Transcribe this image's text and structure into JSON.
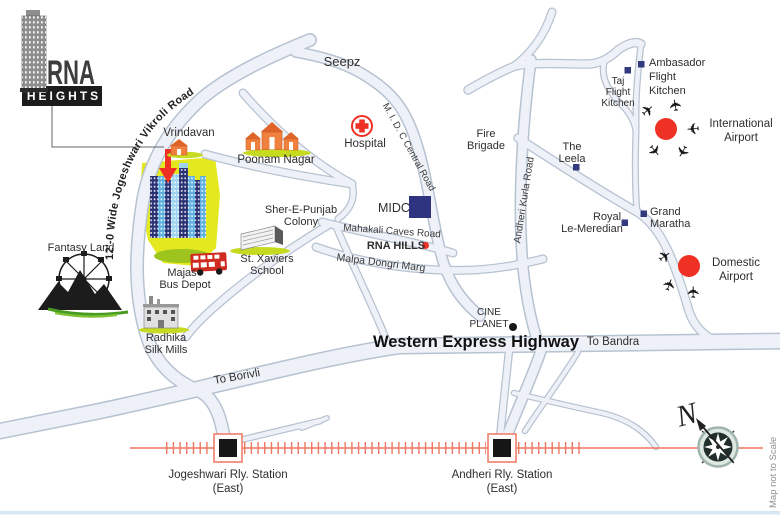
{
  "brand": {
    "name": "RNA",
    "tagline": "HEIGHTS"
  },
  "legend": {
    "north": "N",
    "note": "Map not to Scale"
  },
  "roads": {
    "vikroli": "12'-0 Wide Jogeshwari Vikroli Road",
    "midc_central": "M. I. D. C Central Road",
    "mahakali": "Mahakali Caves Road",
    "malpa": "Malpa Dongri Marg",
    "andheri_kurla": "Andheri Kurla Road",
    "western_express": "Western Express Highway",
    "to_bandra": "To Bandra",
    "to_borivli": "To Borivli"
  },
  "railway": {
    "stations": [
      {
        "line1": "Jogeshwari Rly. Station",
        "line2": "(East)"
      },
      {
        "line1": "Andheri Rly. Station",
        "line2": "(East)"
      }
    ]
  },
  "places": {
    "seepz": "Seepz",
    "vrindavan": "Vrindavan",
    "poonam_nagar": "Poonam Nagar",
    "hospital": "Hospital",
    "fire_brigade": {
      "line1": "Fire",
      "line2": "Brigade"
    },
    "midc": "MIDC",
    "rna_hills": "RNA HILLS",
    "sher_e_punjab": {
      "line1": "Sher-E-Punjab",
      "line2": "Colony"
    },
    "st_xaviers": {
      "line1": "St. Xaviers",
      "line2": "School"
    },
    "majas": {
      "line1": "Majas",
      "line2": "Bus Depot"
    },
    "radhika": {
      "line1": "Radhika",
      "line2": "Silk Mills"
    },
    "fantasy_land": "Fantasy Land",
    "cine_planet": {
      "line1": "CINE",
      "line2": "PLANET"
    }
  },
  "hotels": {
    "taj": {
      "line1": "Taj",
      "line2": "Flight",
      "line3": "Kitchen"
    },
    "ambasador": {
      "line1": "Ambasador",
      "line2": "Flight",
      "line3": "Kitchen"
    },
    "the_leela": {
      "line1": "The",
      "line2": "Leela"
    },
    "royal": {
      "line1": "Royal",
      "line2": "Le-Meredian"
    },
    "grand": {
      "line1": "Grand",
      "line2": "Maratha"
    }
  },
  "airports": {
    "international": {
      "line1": "International",
      "line2": "Airport"
    },
    "domestic": {
      "line1": "Domestic",
      "line2": "Airport"
    }
  },
  "colors": {
    "accent_red": "#ee3124",
    "navy": "#2e3480",
    "site_yellow": "#e4e81f",
    "railway": "#ef7660",
    "road_casing": "#b7c2d1",
    "road_fill": "#eef2f8"
  }
}
